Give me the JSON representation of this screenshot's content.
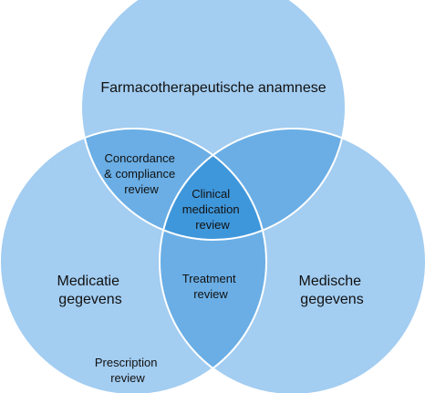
{
  "diagram": {
    "type": "venn",
    "colors": {
      "background": "#ffffff",
      "circle_fill": "#a3cdf1",
      "circle_stroke": "#ffffff",
      "pair_overlap_fill": "#6aaee5",
      "center_overlap_fill": "#3f97db",
      "text": "#111111"
    },
    "sets": {
      "top": {
        "label": "Farmacotherapeutische anamnese"
      },
      "left": {
        "line1": "Medicatie",
        "line2": "gegevens"
      },
      "right": {
        "line1": "Medische",
        "line2": "gegevens"
      }
    },
    "overlaps": {
      "top_left": {
        "line1": "Concordance",
        "line2": "& compliance",
        "line3": "review"
      },
      "left_right": {
        "line1": "Treatment",
        "line2": "review"
      },
      "center": {
        "line1": "Clinical",
        "line2": "medication",
        "line3": "review"
      }
    },
    "annotations": {
      "prescription": {
        "line1": "Prescription",
        "line2": "review"
      }
    }
  }
}
